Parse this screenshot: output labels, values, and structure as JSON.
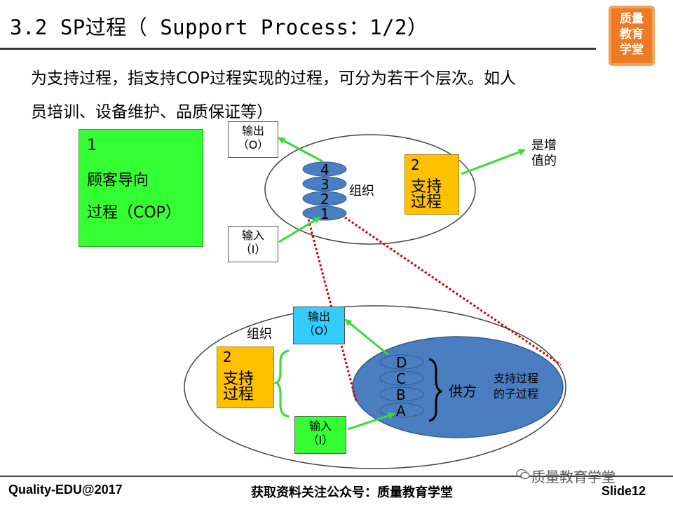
{
  "header": {
    "title": "3.2 SP过程（ Support  Process：1/2）",
    "logo_text": "质量\n教育\n学堂",
    "accent_color": "#ee7a23"
  },
  "intro": {
    "line1": "为支持过程，指支持COP过程实现的过程，可分为若干个层次。如人",
    "line2": "员培训、设备维护、品质保证等）"
  },
  "diagram": {
    "cop_box": {
      "number": "1",
      "line1": "顾客导向",
      "line2": "过程（COP）",
      "color": "#33ff33"
    },
    "top": {
      "output_box": {
        "line1": "输出",
        "line2": "（O）"
      },
      "input_box": {
        "line1": "输入",
        "line2": "（I）"
      },
      "layers": [
        "4",
        "3",
        "2",
        "1"
      ],
      "org_label": "组织",
      "sp_box": {
        "number": "2",
        "line1": "支持",
        "line2": "过程",
        "color": "#ffc000"
      },
      "value_label": {
        "line1": "是增",
        "line2": "值的"
      }
    },
    "bottom": {
      "org_label": "组织",
      "sp_box": {
        "number": "2",
        "line1": "支持",
        "line2": "过程",
        "color": "#ffc000"
      },
      "output_box": {
        "line1": "输出",
        "line2": "（O）",
        "color": "#33ccff"
      },
      "input_box": {
        "line1": "输入",
        "line2": "（I）",
        "color": "#33ff33"
      },
      "layers": [
        "D",
        "C",
        "B",
        "A"
      ],
      "supplier_label": "供方",
      "subprocess_label": {
        "line1": "支持过程",
        "line2": "的子过程"
      },
      "ellipse_color": "#4a7ec0"
    },
    "colors": {
      "arrow": "#33dd33",
      "dotted_line": "#cc0000"
    }
  },
  "footer": {
    "left": "Quality-EDU@2017",
    "middle": "获取资料关注公众号：质量教育学堂",
    "watermark": "质量教育学堂",
    "slide": "Slide12"
  }
}
